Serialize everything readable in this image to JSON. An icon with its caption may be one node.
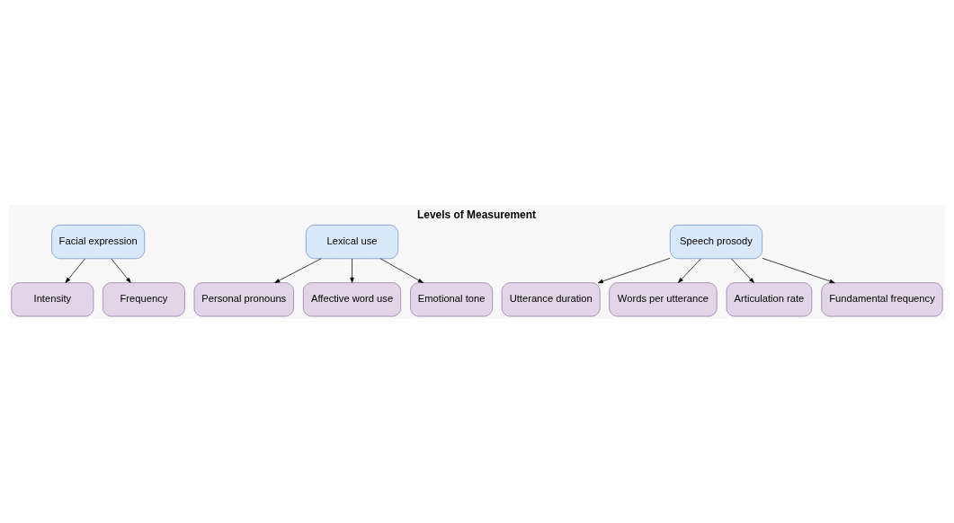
{
  "diagram": {
    "title": "Levels of Measurement",
    "nodes": [
      {
        "text": [
          "Facial expression"
        ]
      },
      {
        "text": [
          "Intensity"
        ]
      },
      {
        "text": [
          "Frequency"
        ]
      },
      {
        "text": [
          "Lexical use"
        ]
      },
      {
        "text": [
          "Personal pronouns"
        ]
      },
      {
        "text": [
          "Affective word use"
        ]
      },
      {
        "text": [
          "Emotional tone"
        ]
      },
      {
        "text": [
          "Speech prosody"
        ]
      },
      {
        "text": [
          "Utterance duration"
        ]
      },
      {
        "text": [
          "Words per utterance"
        ]
      },
      {
        "text": [
          "Articulation rate"
        ]
      },
      {
        "text": [
          "Fundamental frequency"
        ]
      }
    ],
    "edges": [
      {
        "from": 0,
        "to": 1,
        "arrow": "to"
      },
      {
        "from": 0,
        "to": 2,
        "arrow": "to"
      },
      {
        "from": 3,
        "to": 4,
        "arrow": "to"
      },
      {
        "from": 3,
        "to": 5,
        "arrow": "to"
      },
      {
        "from": 3,
        "to": 6,
        "arrow": "to"
      },
      {
        "from": 7,
        "to": 8,
        "arrow": "to"
      },
      {
        "from": 7,
        "to": 9,
        "arrow": "to"
      },
      {
        "from": 7,
        "to": 10,
        "arrow": "to"
      },
      {
        "from": 7,
        "to": 11,
        "arrow": "to"
      }
    ]
  }
}
